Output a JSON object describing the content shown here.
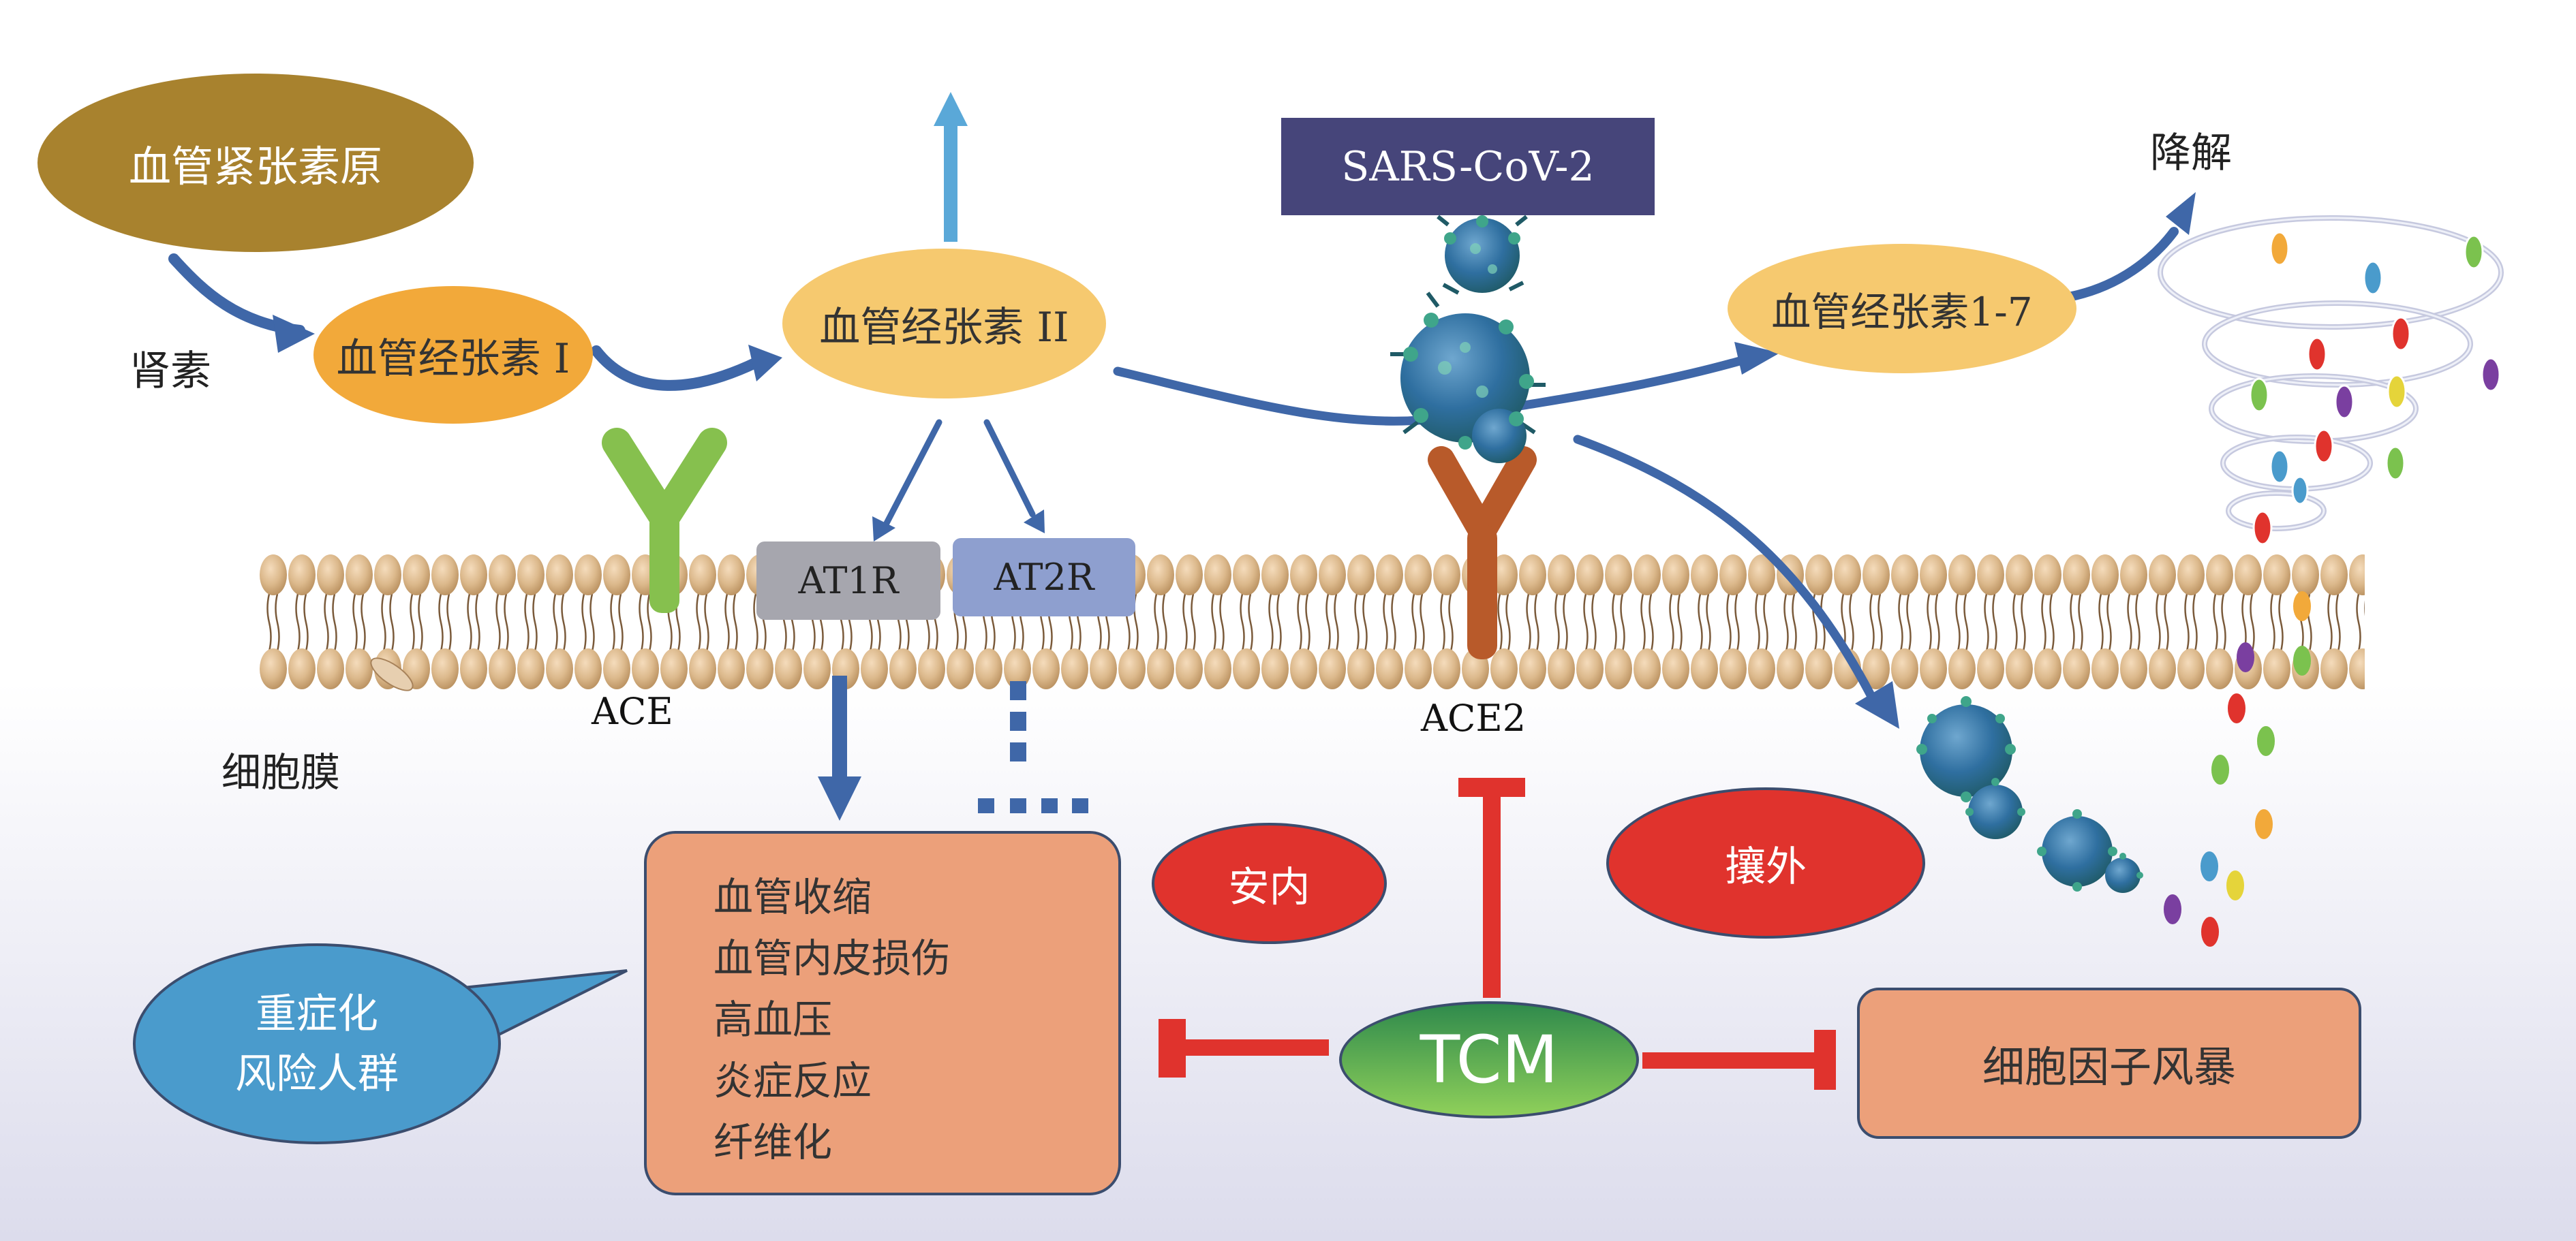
{
  "nodes": {
    "angiotensinogen": "血管紧张素原",
    "renin": "肾素",
    "ang1": "血管经张素 I",
    "ang2": "血管经张素 II",
    "ang17": "血管经张素1-7",
    "sars": "SARS-CoV-2",
    "degradation": "降解",
    "ace": "ACE",
    "ace2": "ACE2",
    "at1r": "AT1R",
    "at2r": "AT2R",
    "membrane": "细胞膜",
    "annei": "安内",
    "rangwai": "攘外",
    "tcm": "TCM",
    "cytokine_storm": "细胞因子风暴"
  },
  "effects": [
    "血管收缩",
    "血管内皮损伤",
    "高血压",
    "炎症反应",
    "纤维化"
  ],
  "risk_group": [
    "重症化",
    "风险人群"
  ],
  "colors": {
    "arrow_blue": "#3f67a8",
    "up_arrow": "#5aa8d8",
    "inhibit_red": "#e0332d",
    "angiotensinogen": "#a8822e",
    "ang1": "#f2a93a",
    "ang2": "#f6c96f",
    "sars_box": "#46457a",
    "effects_box": "#eca07a",
    "risk_bubble": "#4a9bcc",
    "ace_green": "#86c04e",
    "ace2_brown": "#b85a2a",
    "at1r_box": "#a6a6ae",
    "at2r_box": "#8e9fcf"
  }
}
